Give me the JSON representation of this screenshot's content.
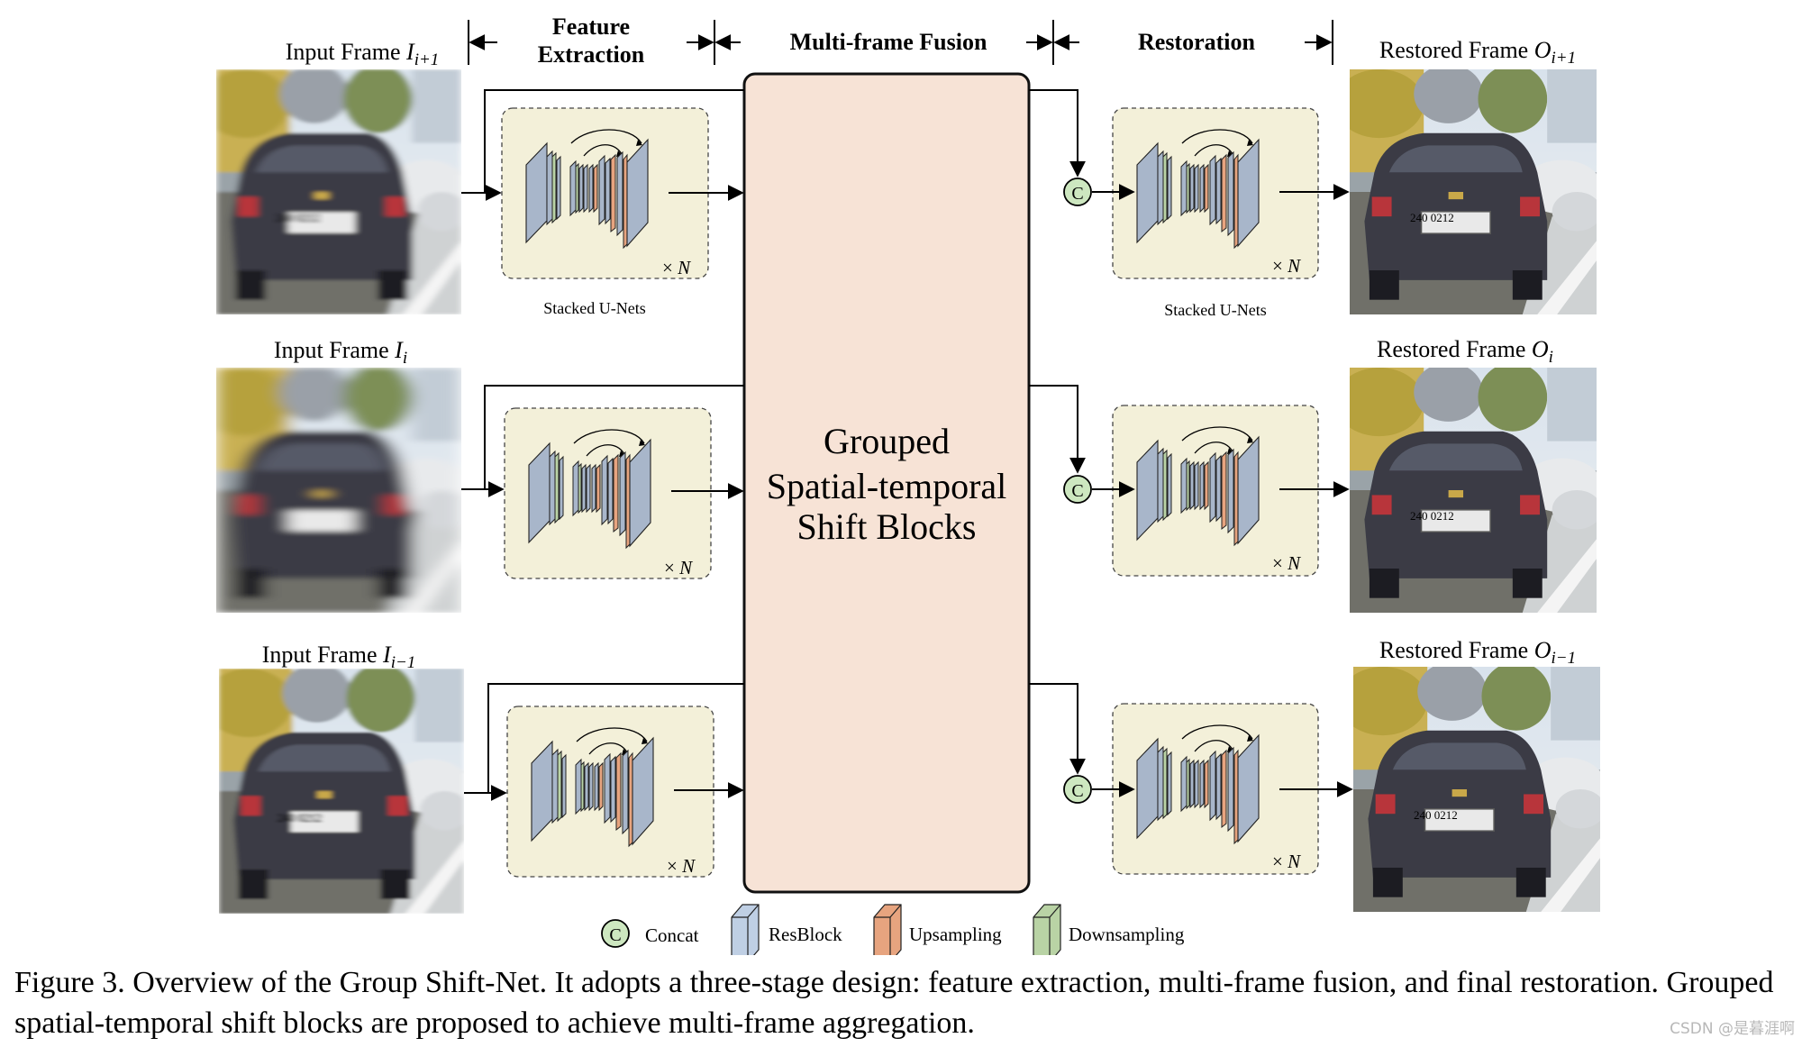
{
  "stages": {
    "feature_extraction": [
      "Feature",
      "Extraction"
    ],
    "fusion": "Multi-frame Fusion",
    "restoration": "Restoration"
  },
  "inputs": [
    {
      "label": "Input Frame ",
      "sym": "I",
      "sub": "i+1"
    },
    {
      "label": "Input Frame ",
      "sym": "I",
      "sub": "i"
    },
    {
      "label": "Input Frame ",
      "sym": "I",
      "sub": "i−1"
    }
  ],
  "outputs": [
    {
      "label": "Restored Frame ",
      "sym": "O",
      "sub": "i+1"
    },
    {
      "label": "Restored Frame ",
      "sym": "O",
      "sub": "i"
    },
    {
      "label": "Restored Frame ",
      "sym": "O",
      "sub": "i−1"
    }
  ],
  "plate_text": "240 0212",
  "unet_label_left": "Stacked U-Nets",
  "unet_label_right": "Stacked  U-Nets",
  "repeat": {
    "times": "× ",
    "n": "N"
  },
  "fusion_block": [
    "Grouped",
    "Spatial-temporal",
    "Shift Blocks"
  ],
  "concat_symbol": "C",
  "legend": {
    "concat": "Concat",
    "resblock": "ResBlock",
    "upsampling": "Upsampling",
    "downsampling": "Downsampling"
  },
  "caption": "Figure 3.  Overview of the Group Shift-Net.  It adopts a three-stage design:  feature extraction, multi-frame fusion, and final restoration. Grouped spatial-temporal shift blocks are proposed to achieve multi-frame aggregation.",
  "watermark": "CSDN @是暮涯啊",
  "colors": {
    "fusion_fill": "#f7e3d6",
    "module_bg": "#f3f0d9",
    "resblock": "#a8b6ca",
    "upsampling": "#e7a47f",
    "downsampling": "#b9d3a5",
    "concat": "#cde7c0"
  }
}
